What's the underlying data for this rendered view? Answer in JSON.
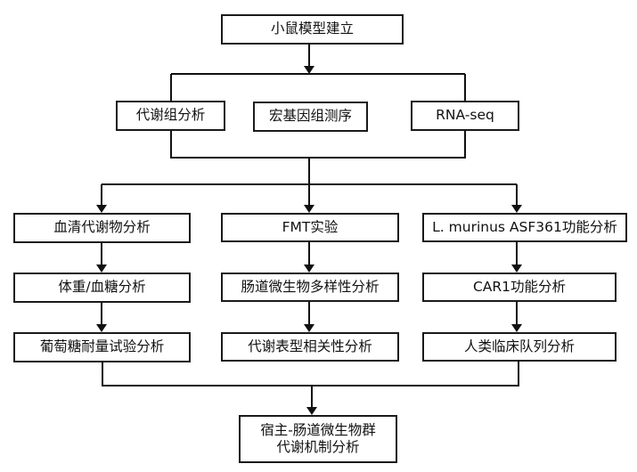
{
  "diagram": {
    "type": "flowchart",
    "colors": {
      "stroke": "#111111",
      "background": "#ffffff",
      "text": "#111111"
    },
    "nodes": {
      "root": {
        "label": "小鼠模型建立"
      },
      "omics": [
        {
          "label": "代谢组分析"
        },
        {
          "label": "宏基因组测序"
        },
        {
          "label": "RNA-seq"
        }
      ],
      "col_left": [
        {
          "label": "血清代谢物分析"
        },
        {
          "label": "体重/血糖分析"
        },
        {
          "label": "葡萄糖耐量试验分析"
        }
      ],
      "col_middle": [
        {
          "label": "FMT实验"
        },
        {
          "label": "肠道微生物多样性分析"
        },
        {
          "label": "代谢表型相关性分析"
        }
      ],
      "col_right": [
        {
          "label": "L. murinus ASF361功能分析"
        },
        {
          "label": "CAR1功能分析"
        },
        {
          "label": "人类临床队列分析"
        }
      ],
      "final": {
        "line1": "宿主-肠道微生物群",
        "line2": "代谢机制分析"
      }
    },
    "edges": [
      [
        "root",
        "omics"
      ],
      [
        "omics",
        "col_left.0"
      ],
      [
        "omics",
        "col_middle.0"
      ],
      [
        "omics",
        "col_right.0"
      ],
      [
        "col_left.0",
        "col_left.1"
      ],
      [
        "col_left.1",
        "col_left.2"
      ],
      [
        "col_middle.0",
        "col_middle.1"
      ],
      [
        "col_middle.1",
        "col_middle.2"
      ],
      [
        "col_right.0",
        "col_right.1"
      ],
      [
        "col_right.1",
        "col_right.2"
      ],
      [
        "col_left.2",
        "final"
      ],
      [
        "col_middle.2",
        "final"
      ],
      [
        "col_right.2",
        "final"
      ]
    ]
  }
}
